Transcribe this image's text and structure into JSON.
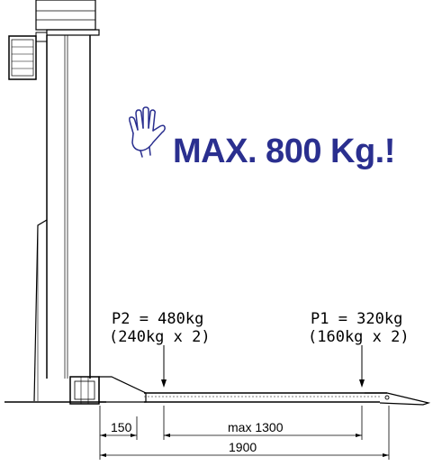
{
  "warning": {
    "title": "MAX. 800 Kg.!",
    "icon": "raised-hand-icon",
    "color": "#2a2f8f"
  },
  "loads": {
    "p2": {
      "line1": "P2 = 480kg",
      "line2": "(240kg x 2)"
    },
    "p1": {
      "line1": "P1 = 320kg",
      "line2": "(160kg x 2)"
    }
  },
  "dimensions": {
    "offset": "150",
    "span": "max 1300",
    "total": "1900"
  }
}
